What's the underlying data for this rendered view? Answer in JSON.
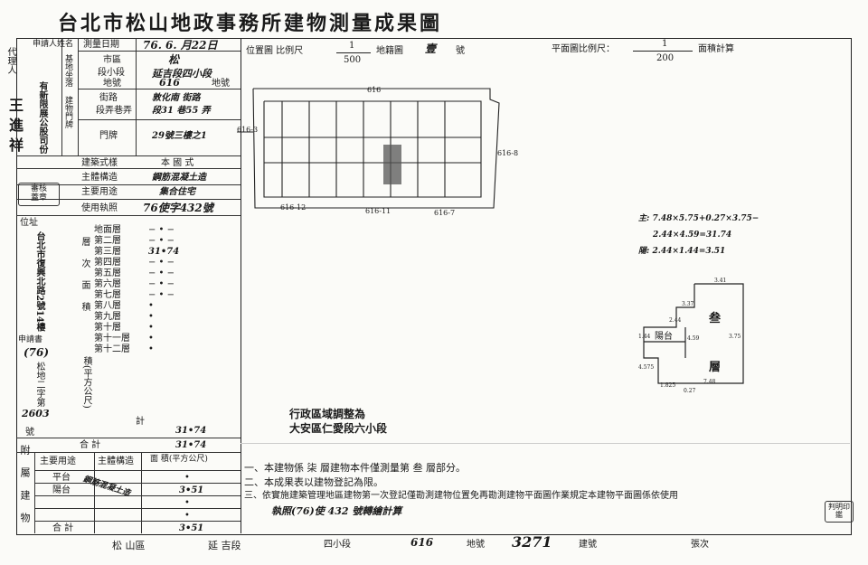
{
  "title": "台北市松山地政事務所建物測量成果圖",
  "left_margin": {
    "label": "代理人",
    "name": "王進祥",
    "top_mark": "−"
  },
  "table": {
    "applicant_label": "申請人姓名",
    "applicant_name": "有新限展公股司份",
    "survey_date_label": "測量日期",
    "survey_date": "76. 6. 月22日",
    "location_labels": {
      "district": "市區",
      "section": "段小段",
      "lot": "地號"
    },
    "location_group": "基地坐落",
    "district_value": "松",
    "section_value": "延吉段四小段",
    "lot_value": "616",
    "lot_suffix": "地號",
    "door_group": "建物門牌",
    "door_labels": {
      "street": "街路",
      "lane": "段弄巷弄",
      "number": "門牌"
    },
    "street_value": "敦化南 街路",
    "lane_value": "段31 巷55 弄",
    "number_value": "29號三樓之1",
    "building_type_label": "建築式樣",
    "building_type_value": "本 國 式",
    "structure_label": "主體構造",
    "structure_value": "鋼筋混凝土造",
    "use_label": "主要用途",
    "use_value": "集合住宅",
    "license_label": "使用執照",
    "license_value": "76使字432號",
    "floors_label": "層次面積",
    "floors": [
      {
        "name": "地面層",
        "value": "− • −"
      },
      {
        "name": "第二層",
        "value": "− • −"
      },
      {
        "name": "第三層",
        "value": "31•74"
      },
      {
        "name": "第四層",
        "value": "− • −"
      },
      {
        "name": "第五層",
        "value": "− • −"
      },
      {
        "name": "第六層",
        "value": "− • −"
      },
      {
        "name": "第七層",
        "value": "− • −"
      },
      {
        "name": "第八層",
        "value": "•"
      },
      {
        "name": "第九層",
        "value": "•"
      },
      {
        "name": "第十層",
        "value": "•"
      },
      {
        "name": "第十一層",
        "value": "•"
      },
      {
        "name": "第十二層",
        "value": "•"
      }
    ],
    "area_unit_label": "積(平方公尺)",
    "subtotal_label": "計",
    "subtotal_value": "31•74",
    "owner_col": "位址",
    "owner_text": "台北市復興北路2號14樓",
    "number_col_label": "申請書",
    "number_col": "(76)",
    "number_col_lines": "松地二字第",
    "number_col_no": "2603",
    "number_col_suffix": "號",
    "total_label": "合 計",
    "total_value": "31•74",
    "annex_label": "附屬建物",
    "annex_headers": {
      "use": "主要用途",
      "structure": "主體構造",
      "area": "面 積(平方公尺)"
    },
    "annex_rows": [
      {
        "use": "平台",
        "structure": "鋼筋混凝土造",
        "area": "•"
      },
      {
        "use": "陽台",
        "structure": "",
        "area": "3•51"
      },
      {
        "use": "",
        "structure": "",
        "area": "•"
      },
      {
        "use": "",
        "structure": "",
        "area": "•"
      }
    ],
    "annex_total_label": "合 計",
    "annex_total_value": "3•51"
  },
  "stamps": [
    "審核",
    "蓋章"
  ],
  "map": {
    "header_left": "位置圖 比例尺",
    "scale_num": "1",
    "scale_den": "500",
    "sheet_label": "地籍圖",
    "sheet_no": "壹",
    "sheet_suffix": "號",
    "header_right": "平面圖比例尺：",
    "scale2_num": "1",
    "scale2_den": "200",
    "scale2_suffix": "面積計算",
    "lot_labels": [
      "616-3",
      "616",
      "616-12",
      "616-11",
      "616-7",
      "616-8"
    ],
    "calc_lines": [
      "主: 7.48×5.75+0.27×3.75−",
      "2.44×4.59=31.74",
      "陽: 2.44×1.44=3.51"
    ],
    "floor_label": "叁",
    "floor_label2": "層",
    "balcony": "陽台",
    "dims": [
      "3.41",
      "3.37",
      "3.75",
      "2.44",
      "4.59",
      "1.44",
      "7.48",
      "1.825",
      "0.27",
      "4.575"
    ],
    "zone_note": "行政區域調整為",
    "zone_note2": "大安區仁愛段六小段"
  },
  "notes": [
    "一、本建物係  柒  層建物本件僅測量第  叁  層部分。",
    "二、本成果表以建物登記為限。",
    "三、依實施建築管理地區建物第一次登記僅勘測建物位置免再勘測建物平面圖作業規定本建物平面圖係依使用"
  ],
  "note3b": "執照(76)使 432  號轉繪計算",
  "footer": {
    "district": "松 山區",
    "section": "延 吉段",
    "subsection": "四小段",
    "lot": "616",
    "lot_label": "地號",
    "building_no": "3271",
    "building_label": "建號",
    "count_label": "張次"
  },
  "right_stamp": "判明印鑑"
}
